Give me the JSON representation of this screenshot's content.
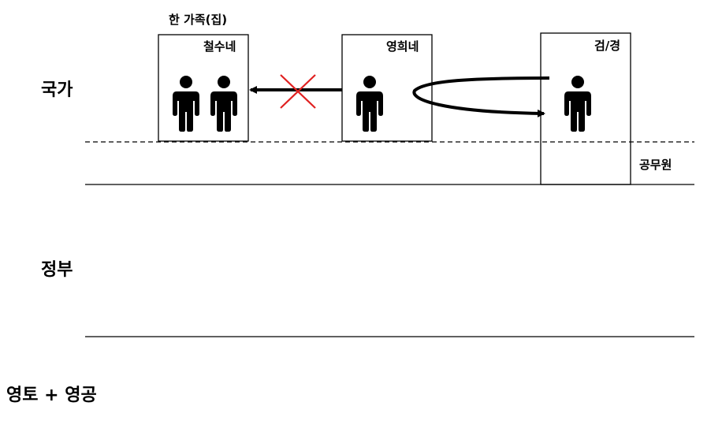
{
  "left_labels": {
    "state": "국가",
    "government": "정부",
    "territory": "영토 + 영공"
  },
  "boxes": {
    "family_caption": "한 가족(집)",
    "cheolsu": "철수네",
    "younghee": "영희네",
    "police": "검/경"
  },
  "civil_servant": "공무원",
  "colors": {
    "line": "#000000",
    "cross": "#e02020"
  },
  "icons": {
    "person": "person-icon",
    "cross": "cross-icon",
    "arrow": "arrow-icon"
  }
}
